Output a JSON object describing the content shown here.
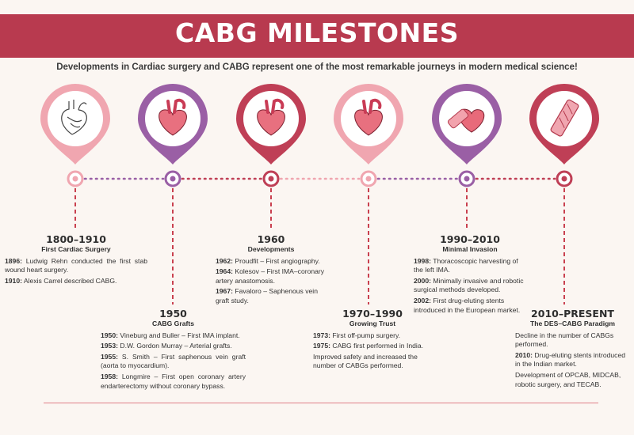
{
  "header": {
    "title": "CABG MILESTONES",
    "subtitle": "Developments in Cardiac surgery and CABG represent one of the most remarkable journeys in modern medical science!"
  },
  "colors": {
    "banner": "#b83a4f",
    "pink": "#f0a6b0",
    "purple": "#9a5fa5",
    "crimson": "#bf3f56",
    "connector": "#c9404f"
  },
  "milestones": [
    {
      "period": "1800–1910",
      "title": "First Cardiac Surgery",
      "color": "pink",
      "icon": "anatomical-heart-sketch-icon",
      "entries": [
        {
          "year": "1896:",
          "text": " Ludwig Rehn conducted the first stab wound heart surgery."
        },
        {
          "year": "1910:",
          "text": " Alexis Carrel described CABG."
        }
      ]
    },
    {
      "period": "1950",
      "title": "CABG Grafts",
      "color": "purple",
      "icon": "heart-icon",
      "entries": [
        {
          "year": "1950:",
          "text": " Vineburg and Buller – First IMA implant."
        },
        {
          "year": "1953:",
          "text": " D.W. Gordon Murray – Arterial grafts."
        },
        {
          "year": "1955:",
          "text": " S. Smith – First saphenous vein graft (aorta to myocardium)."
        },
        {
          "year": "1958:",
          "text": " Longmire – First open coronary artery endarterectomy without coronary bypass."
        }
      ]
    },
    {
      "period": "1960",
      "title": "Developments",
      "color": "crimson",
      "icon": "heart-icon",
      "entries": [
        {
          "year": "1962:",
          "text": " Proudfit – First angiography."
        },
        {
          "year": "1964:",
          "text": " Kolesov – First IMA–coronary artery anastomosis."
        },
        {
          "year": "1967:",
          "text": " Favaloro – Saphenous vein graft study."
        }
      ]
    },
    {
      "period": "1970–1990",
      "title": "Growing Trust",
      "color": "pink",
      "icon": "heart-icon",
      "entries": [
        {
          "year": "1973:",
          "text": " First off-pump surgery."
        },
        {
          "year": "1975:",
          "text": " CABG first performed in India."
        },
        {
          "year": "",
          "text": "Improved safety and increased the number of CABGs performed."
        }
      ]
    },
    {
      "period": "1990–2010",
      "title": "Minimal Invasion",
      "color": "purple",
      "icon": "heart-with-stent-icon",
      "entries": [
        {
          "year": "1998:",
          "text": " Thoracoscopic harvesting of the left IMA."
        },
        {
          "year": "2000:",
          "text": " Minimally invasive and robotic surgical methods developed."
        },
        {
          "year": "2002:",
          "text": " First drug-eluting stents introduced in the European market."
        }
      ]
    },
    {
      "period": "2010–PRESENT",
      "title": "The DES–CABG Paradigm",
      "color": "crimson",
      "icon": "drug-eluting-stent-icon",
      "entries": [
        {
          "year": "",
          "text": "Decline in the number of CABGs performed."
        },
        {
          "year": "2010:",
          "text": " Drug-eluting stents introduced in the Indian market."
        },
        {
          "year": "",
          "text": "Development of OPCAB, MIDCAB, robotic surgery, and TECAB."
        }
      ]
    }
  ]
}
